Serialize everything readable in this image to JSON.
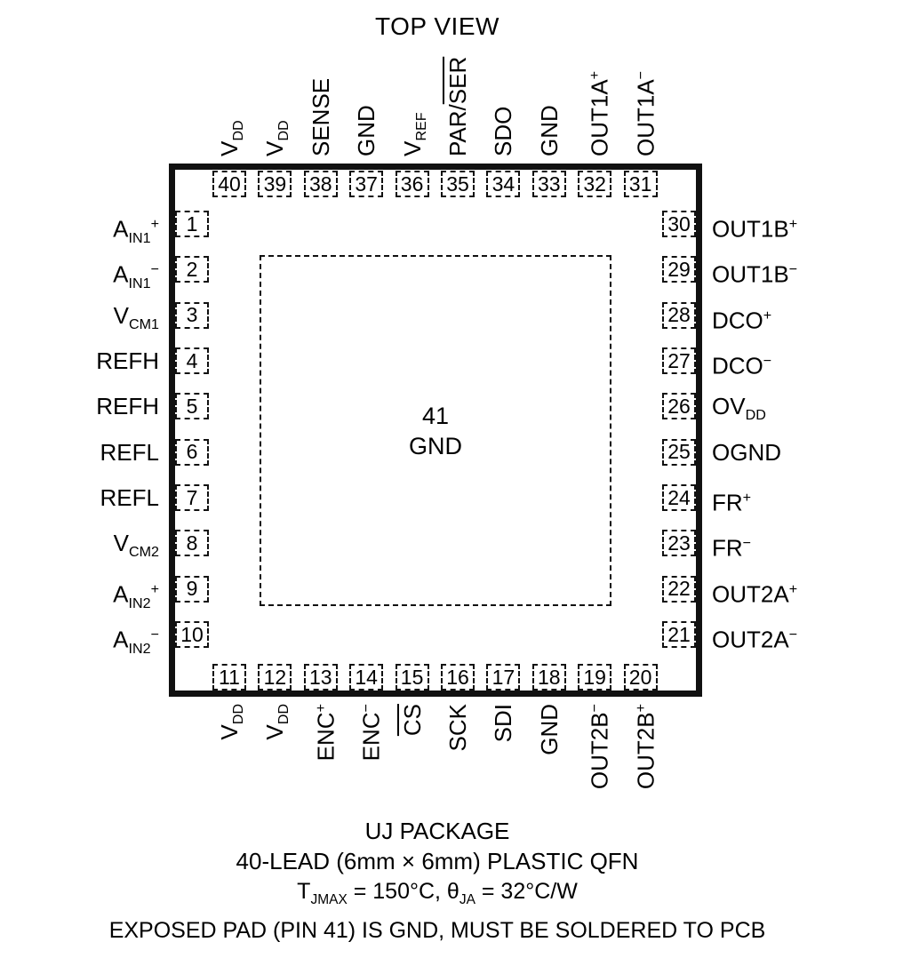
{
  "title": "TOP VIEW",
  "exposed_pad": {
    "num": "41",
    "label": "GND"
  },
  "pins": {
    "top": [
      {
        "num": "40",
        "label": {
          "pre": "V",
          "sub": "DD"
        }
      },
      {
        "num": "39",
        "label": {
          "pre": "V",
          "sub": "DD"
        }
      },
      {
        "num": "38",
        "label": {
          "pre": "SENSE"
        }
      },
      {
        "num": "37",
        "label": {
          "pre": "GND"
        }
      },
      {
        "num": "36",
        "label": {
          "pre": "V",
          "sub": "REF"
        }
      },
      {
        "num": "35",
        "label": {
          "pre": "PAR/",
          "over": "SER"
        }
      },
      {
        "num": "34",
        "label": {
          "pre": "SDO"
        }
      },
      {
        "num": "33",
        "label": {
          "pre": "GND"
        }
      },
      {
        "num": "32",
        "label": {
          "pre": "OUT1A",
          "sup": "+"
        }
      },
      {
        "num": "31",
        "label": {
          "pre": "OUT1A",
          "sup": "−"
        }
      }
    ],
    "left": [
      {
        "num": "1",
        "label": {
          "pre": "A",
          "sub": "IN1",
          "sup": "+"
        }
      },
      {
        "num": "2",
        "label": {
          "pre": "A",
          "sub": "IN1",
          "sup": "−"
        }
      },
      {
        "num": "3",
        "label": {
          "pre": "V",
          "sub": "CM1"
        }
      },
      {
        "num": "4",
        "label": {
          "pre": "REFH"
        }
      },
      {
        "num": "5",
        "label": {
          "pre": "REFH"
        }
      },
      {
        "num": "6",
        "label": {
          "pre": "REFL"
        }
      },
      {
        "num": "7",
        "label": {
          "pre": "REFL"
        }
      },
      {
        "num": "8",
        "label": {
          "pre": "V",
          "sub": "CM2"
        }
      },
      {
        "num": "9",
        "label": {
          "pre": "A",
          "sub": "IN2",
          "sup": "+"
        }
      },
      {
        "num": "10",
        "label": {
          "pre": "A",
          "sub": "IN2",
          "sup": "−"
        }
      }
    ],
    "right": [
      {
        "num": "30",
        "label": {
          "pre": "OUT1B",
          "sup": "+"
        }
      },
      {
        "num": "29",
        "label": {
          "pre": "OUT1B",
          "sup": "−"
        }
      },
      {
        "num": "28",
        "label": {
          "pre": "DCO",
          "sup": "+"
        }
      },
      {
        "num": "27",
        "label": {
          "pre": "DCO",
          "sup": "−"
        }
      },
      {
        "num": "26",
        "label": {
          "pre": "OV",
          "sub": "DD"
        }
      },
      {
        "num": "25",
        "label": {
          "pre": "OGND"
        }
      },
      {
        "num": "24",
        "label": {
          "pre": "FR",
          "sup": "+"
        }
      },
      {
        "num": "23",
        "label": {
          "pre": "FR",
          "sup": "−"
        }
      },
      {
        "num": "22",
        "label": {
          "pre": "OUT2A",
          "sup": "+"
        }
      },
      {
        "num": "21",
        "label": {
          "pre": "OUT2A",
          "sup": "−"
        }
      }
    ],
    "bottom": [
      {
        "num": "11",
        "label": {
          "pre": "V",
          "sub": "DD"
        }
      },
      {
        "num": "12",
        "label": {
          "pre": "V",
          "sub": "DD"
        }
      },
      {
        "num": "13",
        "label": {
          "pre": "ENC",
          "sup": "+"
        }
      },
      {
        "num": "14",
        "label": {
          "pre": "ENC",
          "sup": "−"
        }
      },
      {
        "num": "15",
        "label": {
          "over": "CS"
        }
      },
      {
        "num": "16",
        "label": {
          "pre": "SCK"
        }
      },
      {
        "num": "17",
        "label": {
          "pre": "SDI"
        }
      },
      {
        "num": "18",
        "label": {
          "pre": "GND"
        }
      },
      {
        "num": "19",
        "label": {
          "pre": "OUT2B",
          "sup": "−"
        }
      },
      {
        "num": "20",
        "label": {
          "pre": "OUT2B",
          "sup": "+"
        }
      }
    ]
  },
  "footer": {
    "line1": "UJ PACKAGE",
    "line2": "40-LEAD (6mm × 6mm) PLASTIC QFN",
    "line3": {
      "p1": "T",
      "s1": "JMAX",
      "p2": " = 150°C, θ",
      "s2": "JA",
      "p3": " = 32°C/W"
    },
    "line4": "EXPOSED PAD (PIN 41) IS GND, MUST BE SOLDERED TO PCB"
  }
}
